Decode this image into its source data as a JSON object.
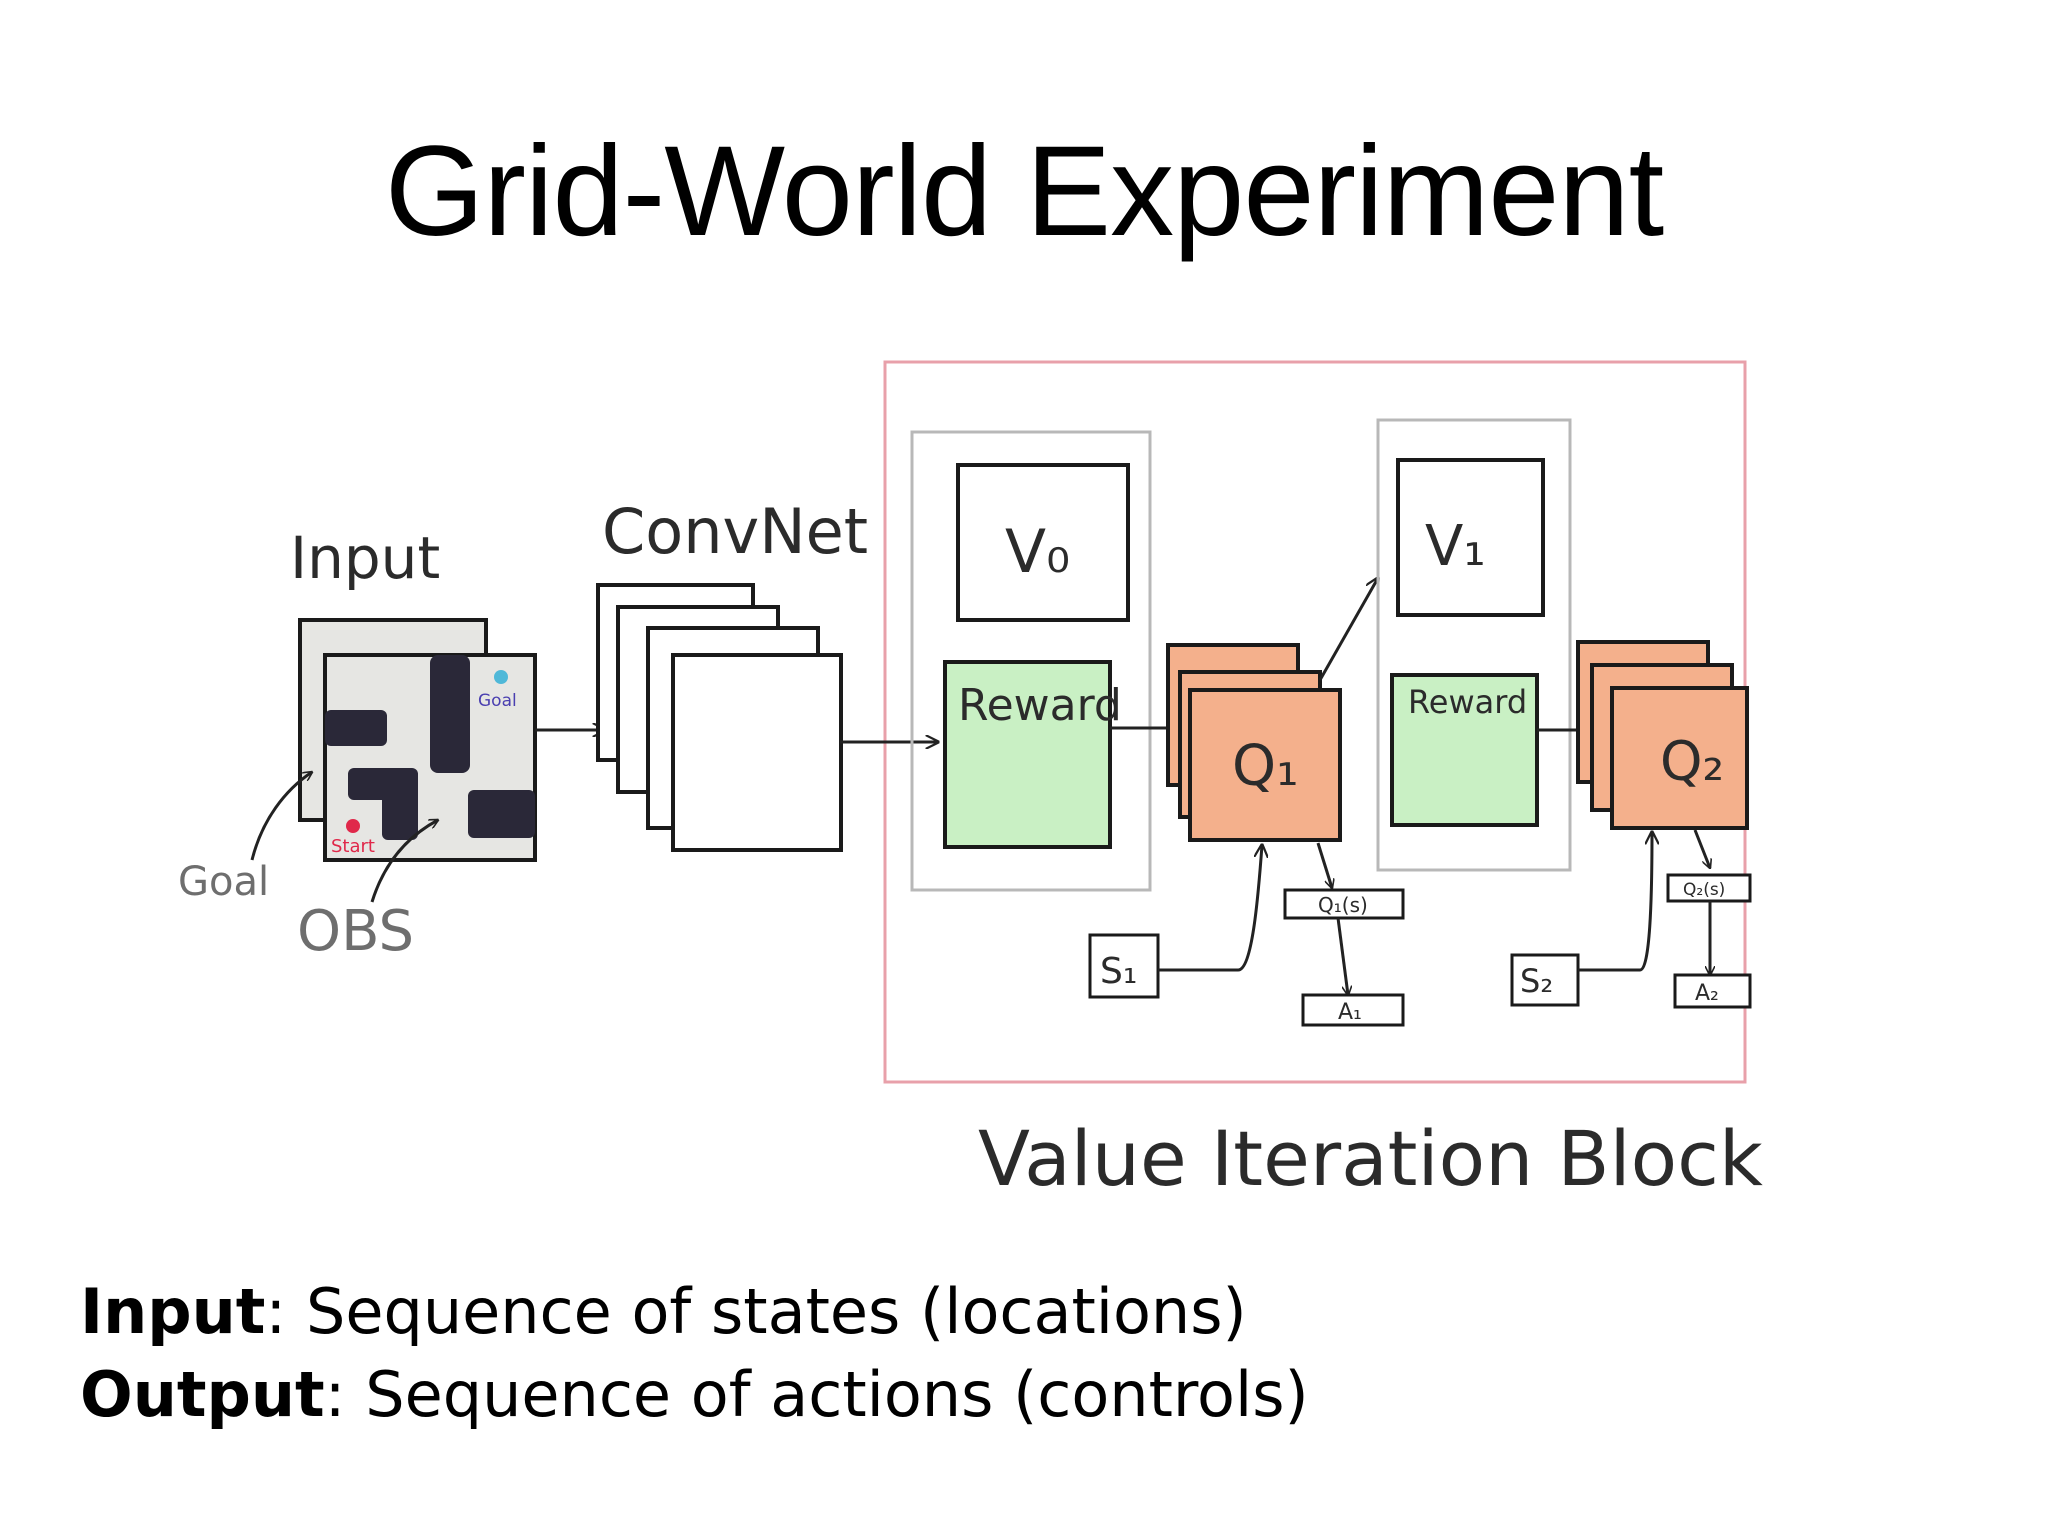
{
  "title": "Grid-World Experiment",
  "diagram": {
    "input_label": "Input",
    "convnet_label": "ConvNet",
    "goal_label": "Goal",
    "obs_label": "OBS",
    "maze_goal_label": "Goal",
    "maze_start_label": "Start",
    "v0_label": "V₀",
    "v1_label": "V₁",
    "reward_label_1": "Reward",
    "reward_label_2": "Reward",
    "q1_label": "Q₁",
    "q2_label": "Q₂",
    "s1_label": "S₁",
    "s2_label": "S₂",
    "q1s_label": "Q₁(s)",
    "q2s_label": "Q₂(s)",
    "a1_label": "A₁",
    "a2_label": "A₂",
    "block_label": "Value Iteration Block",
    "colors": {
      "reward_fill": "#c9f0c4",
      "q_fill": "#f4b08c",
      "block_border": "#e8a0aa",
      "group_border": "#b8b8b8",
      "goal_dot": "#4fb8d8",
      "start_dot": "#e0284a"
    }
  },
  "captions": {
    "input_term": "Input",
    "input_text": ": Sequence of states (locations)",
    "output_term": "Output",
    "output_text": ": Sequence of actions (controls)"
  }
}
